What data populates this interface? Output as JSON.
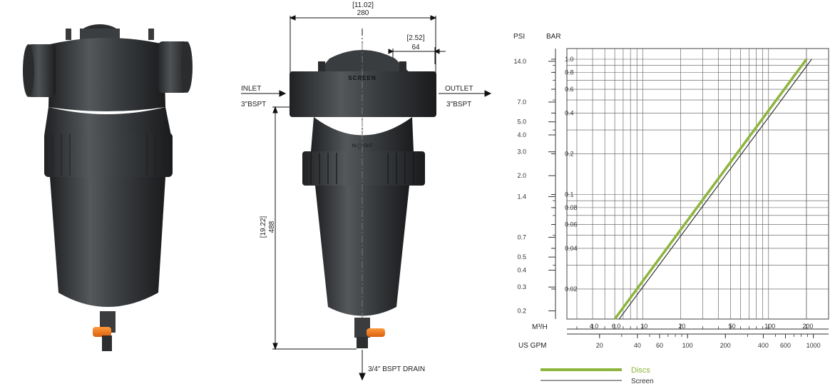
{
  "colors": {
    "body_dark": "#2f3133",
    "body_mid": "#4a4d50",
    "body_light": "#6d7073",
    "drain_orange": "#f07a1e",
    "discs": "#8db53c",
    "screen": "#333333",
    "grid": "#555555"
  },
  "drawing": {
    "inlet_label": "INLET",
    "inlet_size": "3\"BSPT",
    "outlet_label": "OUTLET",
    "outlet_size": "3\"BSPT",
    "width_in": "[11.02]",
    "width_mm": "280",
    "offset_in": "[2.52]",
    "offset_mm": "64",
    "height_in": "[19.22]",
    "height_mm": "488",
    "drain_label": "3/4\" BSPT DRAIN",
    "cap_marking": "SCREEN",
    "flow_marking": "IN ◯ OUT"
  },
  "chart_data": {
    "type": "line",
    "xscale": "log",
    "yscale": "log",
    "y_left_unit": "PSI",
    "y_right_unit": "BAR",
    "x_top_unit": "M³/H",
    "x_bottom_unit": "US GPM",
    "psi_ticks": [
      "14.0",
      "7.0",
      "5.0",
      "4.0",
      "3.0",
      "2.0",
      "1.4",
      "0.7",
      "0.5",
      "0.4",
      "0.3",
      "0.2"
    ],
    "psi_values": [
      14.0,
      7.0,
      5.0,
      4.0,
      3.0,
      2.0,
      1.4,
      0.7,
      0.5,
      0.4,
      0.3,
      0.2
    ],
    "bar_ticks": [
      "1.0",
      "0.8",
      "0.6",
      "0.4",
      "0.2",
      "0.1",
      "0.08",
      "0.06",
      "0.04",
      "0.02"
    ],
    "bar_values": [
      1.0,
      0.8,
      0.6,
      0.4,
      0.2,
      0.1,
      0.08,
      0.06,
      0.04,
      0.02
    ],
    "m3h_ticks": [
      "4.0",
      "6.0",
      "10",
      "20",
      "50",
      "100",
      "200"
    ],
    "m3h_values": [
      4.0,
      6.0,
      10,
      20,
      50,
      100,
      200
    ],
    "gpm_ticks": [
      "20",
      "40",
      "60",
      "100",
      "200",
      "400",
      "600",
      "1000"
    ],
    "gpm_values": [
      20,
      40,
      60,
      100,
      200,
      400,
      600,
      1000
    ],
    "xlim_m3h": [
      2.5,
      300
    ],
    "ylim_bar": [
      0.012,
      1.2
    ],
    "series": [
      {
        "name": "Discs",
        "x": [
          6.0,
          200
        ],
        "y": [
          0.012,
          1.0
        ]
      },
      {
        "name": "Screen",
        "x": [
          6.5,
          220
        ],
        "y": [
          0.012,
          1.0
        ]
      }
    ],
    "legend": [
      "Discs",
      "Screen"
    ],
    "grid": true
  }
}
